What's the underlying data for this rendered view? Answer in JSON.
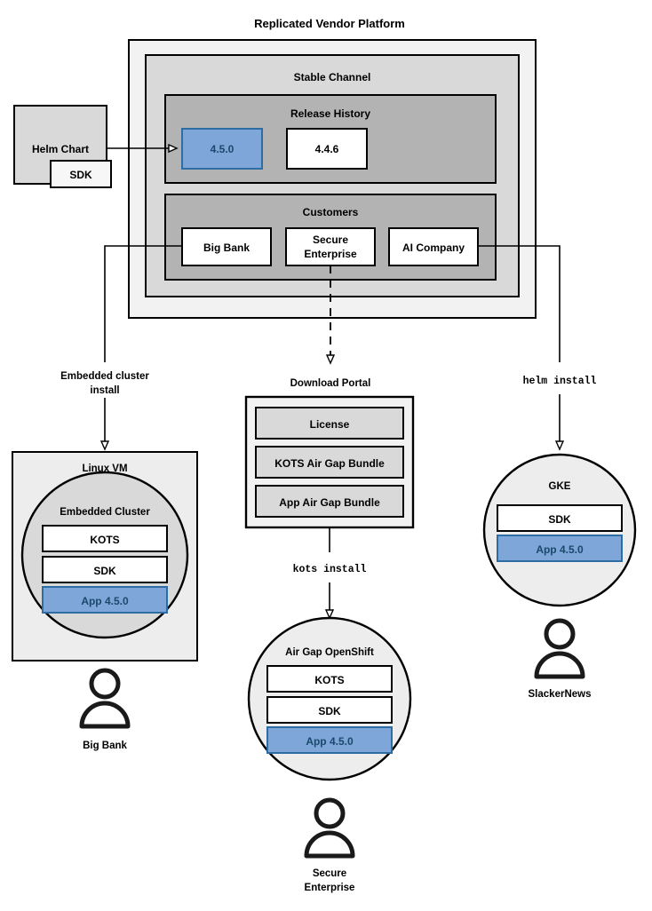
{
  "diagram": {
    "title": "Replicated Vendor Platform",
    "colors": {
      "platform_bg": "#F2F2F2",
      "channel_bg": "#D9D9D9",
      "section_bg": "#B3B3B3",
      "box_white": "#FFFFFF",
      "blue_fill": "#7EA6D9",
      "blue_border": "#2E6DA4",
      "blue_text": "#19496b",
      "light_panel": "#EDEDED",
      "gray_panel": "#D9D9D9",
      "line": "#000000"
    }
  },
  "source": {
    "helm_chart": "Helm Chart",
    "sdk": "SDK"
  },
  "platform": {
    "channel": {
      "label": "Stable Channel",
      "release_history": {
        "label": "Release History",
        "releases": [
          {
            "version": "4.5.0",
            "highlighted": true
          },
          {
            "version": "4.4.6",
            "highlighted": false
          }
        ]
      },
      "customers": {
        "label": "Customers",
        "items": [
          {
            "name": "Big Bank"
          },
          {
            "name": "Secure\nEnterprise",
            "line1": "Secure",
            "line2": "Enterprise"
          },
          {
            "name": "AI Company"
          }
        ]
      }
    }
  },
  "flows": {
    "embedded_install": {
      "line1": "Embedded cluster",
      "line2": "install",
      "mono": false
    },
    "kots_install": {
      "label": "kots install",
      "mono": true
    },
    "helm_install": {
      "label": "helm install",
      "mono": true
    }
  },
  "targets": {
    "linux_vm": {
      "label": "Linux VM",
      "cluster_label": "Embedded Cluster",
      "components": [
        {
          "label": "KOTS",
          "highlighted": false
        },
        {
          "label": "SDK",
          "highlighted": false
        },
        {
          "label": "App 4.5.0",
          "highlighted": true
        }
      ],
      "actor": "Big Bank"
    },
    "download_portal": {
      "label": "Download Portal",
      "items": [
        {
          "label": "License"
        },
        {
          "label": "KOTS Air Gap Bundle"
        },
        {
          "label": "App Air Gap Bundle"
        }
      ]
    },
    "airgap_openshift": {
      "label": "Air Gap OpenShift",
      "components": [
        {
          "label": "KOTS",
          "highlighted": false
        },
        {
          "label": "SDK",
          "highlighted": false
        },
        {
          "label": "App 4.5.0",
          "highlighted": true
        }
      ],
      "actor_line1": "Secure",
      "actor_line2": "Enterprise"
    },
    "gke": {
      "label": "GKE",
      "components": [
        {
          "label": "SDK",
          "highlighted": false
        },
        {
          "label": "App 4.5.0",
          "highlighted": true
        }
      ],
      "actor": "SlackerNews"
    }
  }
}
